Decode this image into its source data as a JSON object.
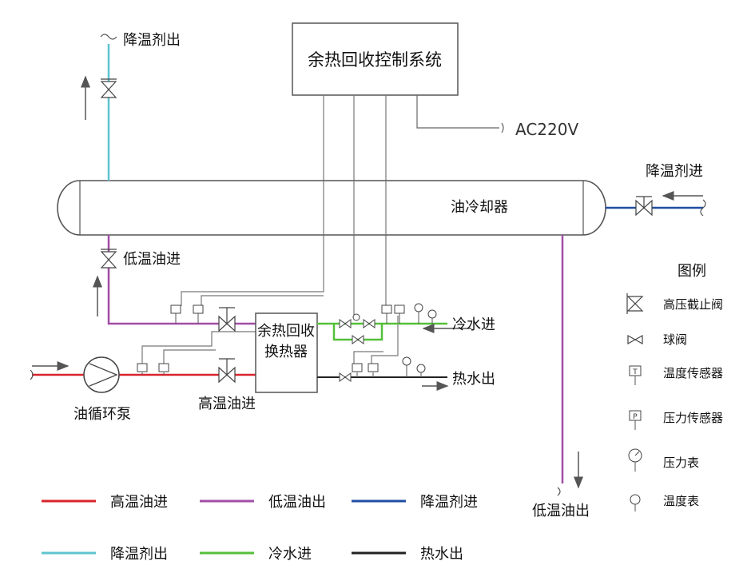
{
  "control_system": {
    "label": "余热回收控制系统",
    "power": "AC220V"
  },
  "cooler": {
    "label": "油冷却器"
  },
  "exchanger": {
    "line1": "余热回收",
    "line2": "换热器"
  },
  "pump": {
    "label": "油循环泵"
  },
  "ports": {
    "coolant_out": "降温剂出",
    "coolant_in": "降温剂进",
    "low_oil_in": "低温油进",
    "low_oil_out": "低温油出",
    "high_oil_in": "高温油进",
    "cold_water_in": "冷水进",
    "hot_water_out": "热水出"
  },
  "legend_symbols": {
    "title": "图例",
    "items": [
      {
        "icon": "globe-valve-icon",
        "label": "高压截止阀"
      },
      {
        "icon": "ball-valve-icon",
        "label": "球阀"
      },
      {
        "icon": "temperature-sensor-icon",
        "label": "温度传感器"
      },
      {
        "icon": "pressure-sensor-icon",
        "label": "压力传感器"
      },
      {
        "icon": "pressure-gauge-icon",
        "label": "压力表"
      },
      {
        "icon": "thermometer-icon",
        "label": "温度表"
      }
    ]
  },
  "legend_lines": [
    {
      "label": "高温油进",
      "color": "#d9232a"
    },
    {
      "label": "低温油出",
      "color": "#a24da6"
    },
    {
      "label": "降温剂进",
      "color": "#1f4ea3"
    },
    {
      "label": "降温剂出",
      "color": "#5cc4cf"
    },
    {
      "label": "冷水进",
      "color": "#55bf3b"
    },
    {
      "label": "热水出",
      "color": "#222222"
    }
  ],
  "sensor_marks": {
    "temperature": "T",
    "pressure": "P"
  }
}
